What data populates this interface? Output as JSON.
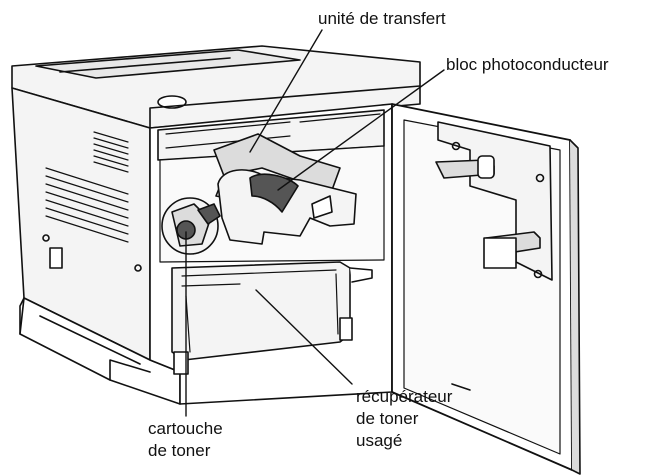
{
  "labels": {
    "transfer_unit": "unité de transfert",
    "photoconductor": "bloc photoconducteur",
    "waste_collector": [
      "récupérateur",
      "de toner",
      "usagé"
    ],
    "toner_cartridge": [
      "cartouche",
      "de toner"
    ]
  },
  "colors": {
    "line": "#111111",
    "fill_light": "#f4f4f4",
    "fill_mid": "#dcdcdc",
    "fill_dark": "#555555",
    "background": "#ffffff"
  }
}
